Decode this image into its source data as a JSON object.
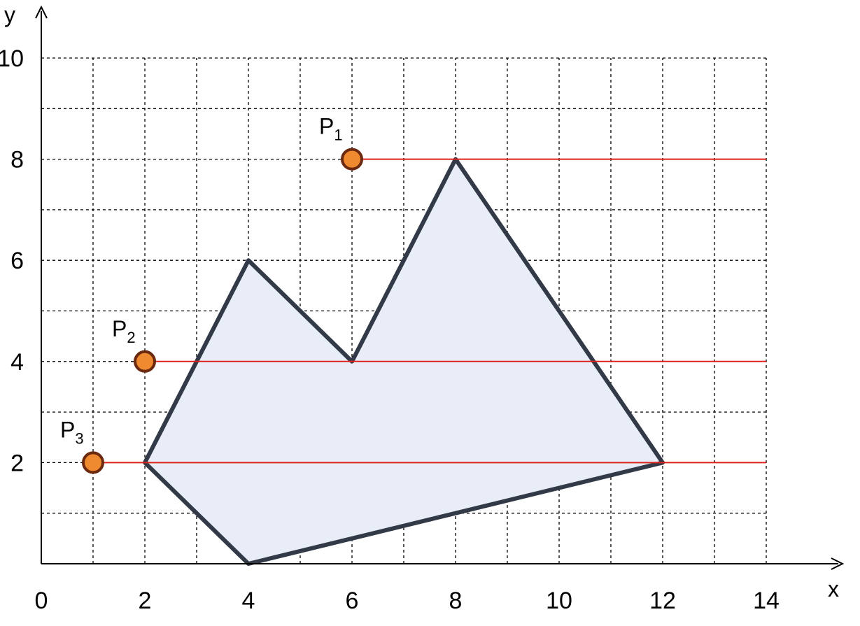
{
  "axes": {
    "x_label": "x",
    "y_label": "y",
    "x_range": [
      0,
      14
    ],
    "y_range": [
      0,
      10
    ],
    "x_ticks": [
      "0",
      "2",
      "4",
      "6",
      "8",
      "10",
      "12",
      "14"
    ],
    "y_ticks": [
      "2",
      "4",
      "6",
      "8",
      "10"
    ],
    "grid": "dashed, unit spacing"
  },
  "polygon": {
    "vertices": [
      [
        2,
        2
      ],
      [
        4,
        6
      ],
      [
        6,
        4
      ],
      [
        8,
        8
      ],
      [
        12,
        2
      ],
      [
        4,
        0
      ]
    ],
    "fill_color": "#e8edf7",
    "stroke_color": "#323a48"
  },
  "points": [
    {
      "name": "P",
      "sub": "1",
      "x": 6,
      "y": 8
    },
    {
      "name": "P",
      "sub": "2",
      "x": 2,
      "y": 4
    },
    {
      "name": "P",
      "sub": "3",
      "x": 1,
      "y": 2
    }
  ],
  "rays": {
    "color": "#e0201c",
    "x_end": 14
  },
  "point_style": {
    "fill_color": "#f08a30",
    "stroke_color": "#6b2a10"
  }
}
